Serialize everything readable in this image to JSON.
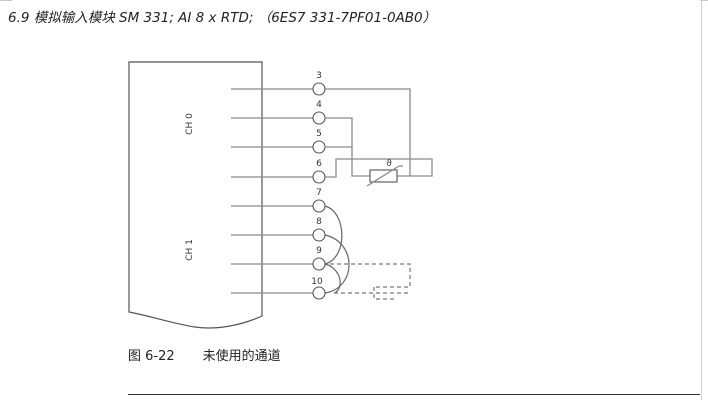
{
  "header": {
    "title": "6.9 模拟输入模块 SM 331; AI 8 x RTD; （6ES7 331-7PF01-0AB0）"
  },
  "diagram": {
    "channels": [
      "CH 0",
      "CH 1"
    ],
    "terminals": [
      "3",
      "4",
      "5",
      "6",
      "7",
      "8",
      "9",
      "10"
    ],
    "rtd_symbol": "ϑ"
  },
  "caption": {
    "label": "图 6-22",
    "text": "未使用的通道"
  }
}
